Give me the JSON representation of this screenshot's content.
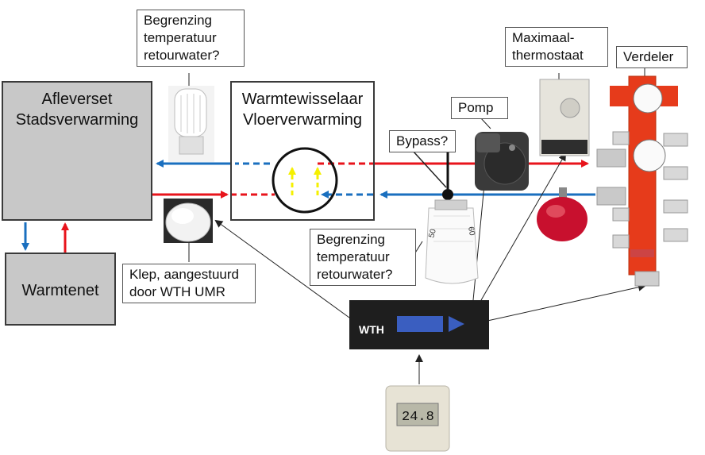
{
  "boxes": {
    "afleverset": {
      "line1": "Afleverset",
      "line2": "Stadsverwarming"
    },
    "warmtewisselaar": {
      "line1": "Warmtewisselaar",
      "line2": "Vloerverwarming"
    },
    "warmtenet": {
      "label": "Warmtenet"
    }
  },
  "labels": {
    "begrenzing_top": {
      "line1": "Begrenzing",
      "line2": "temperatuur",
      "line3": "retourwater?"
    },
    "begrenzing_bottom": {
      "line1": "Begrenzing",
      "line2": "temperatuur",
      "line3": "retourwater?"
    },
    "maximaal": {
      "line1": "Maximaal-",
      "line2": "thermostaat"
    },
    "verdeler": "Verdeler",
    "pomp": "Pomp",
    "bypass": "Bypass?",
    "klep": {
      "line1": "Klep, aangestuurd",
      "line2": "door WTH UMR"
    }
  },
  "device_text": {
    "controller_logo": "WTH",
    "thermostat_display": "24.8",
    "valve_scale_low": "50",
    "valve_scale_high": "60"
  },
  "colors": {
    "supply": "#e8141c",
    "return": "#1a6fbf",
    "secondary": "#f5f000",
    "box_fill": "#c8c8c8"
  }
}
